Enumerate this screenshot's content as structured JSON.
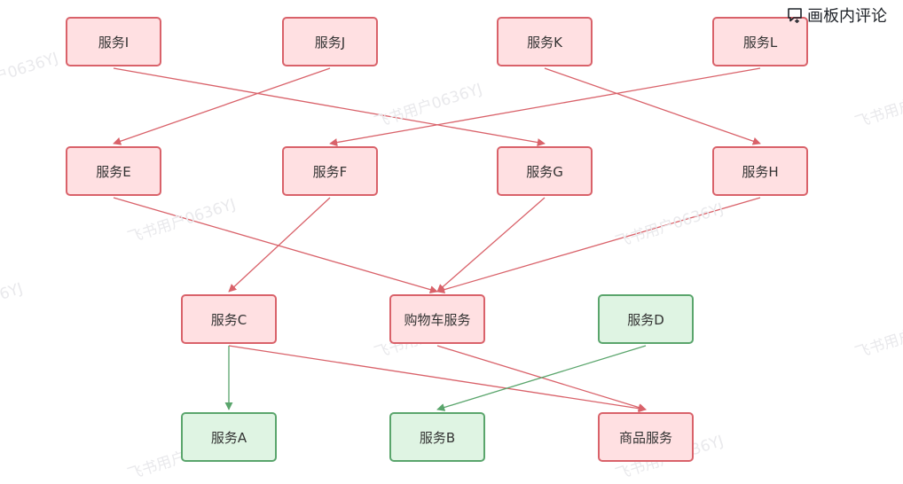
{
  "toolbar": {
    "comment_label": "画板内评论",
    "comment_icon": "comment-plus-icon"
  },
  "watermark_text": "飞书用户0636YJ",
  "colors": {
    "red_fill": "#ffe0e2",
    "red_stroke": "#d9626a",
    "green_fill": "#dff4e3",
    "green_stroke": "#5aa56c"
  },
  "nodes": {
    "I": "服务I",
    "J": "服务J",
    "K": "服务K",
    "L": "服务L",
    "E": "服务E",
    "F": "服务F",
    "G": "服务G",
    "H": "服务H",
    "C": "服务C",
    "cart": "购物车服务",
    "D": "服务D",
    "A": "服务A",
    "B": "服务B",
    "product": "商品服务"
  },
  "edges": [
    {
      "from": "I",
      "to": "G",
      "color": "red"
    },
    {
      "from": "J",
      "to": "E",
      "color": "red"
    },
    {
      "from": "K",
      "to": "H",
      "color": "red"
    },
    {
      "from": "L",
      "to": "F",
      "color": "red"
    },
    {
      "from": "E",
      "to": "cart",
      "color": "red"
    },
    {
      "from": "F",
      "to": "C",
      "color": "red"
    },
    {
      "from": "G",
      "to": "cart",
      "color": "red"
    },
    {
      "from": "H",
      "to": "cart",
      "color": "red"
    },
    {
      "from": "C",
      "to": "A",
      "color": "green"
    },
    {
      "from": "C",
      "to": "product",
      "color": "red"
    },
    {
      "from": "cart",
      "to": "product",
      "color": "red"
    },
    {
      "from": "D",
      "to": "B",
      "color": "green"
    }
  ]
}
